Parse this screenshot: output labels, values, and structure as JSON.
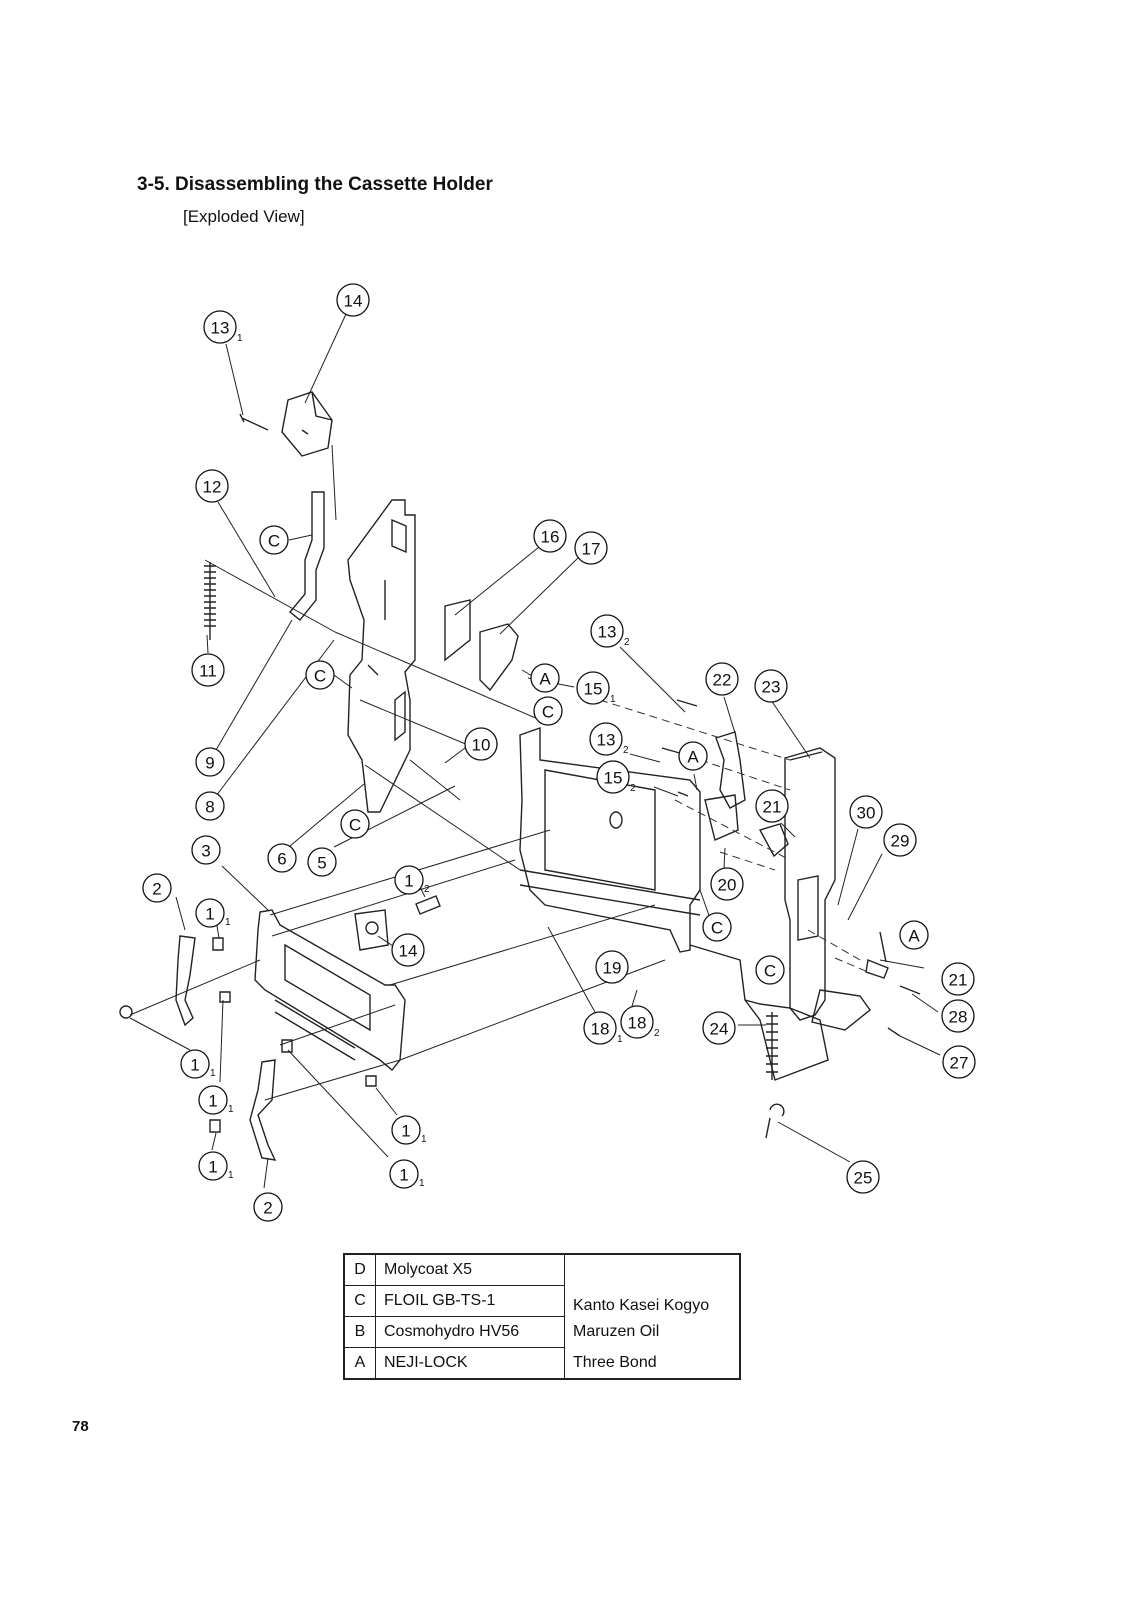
{
  "page": {
    "section_title": "3-5. Disassembling the Cassette Holder",
    "subtitle": "[Exploded View]",
    "page_number": "78"
  },
  "callouts": [
    {
      "num": "13",
      "sub": "1"
    },
    {
      "num": "14",
      "sub": ""
    },
    {
      "num": "12",
      "sub": ""
    },
    {
      "num": "C",
      "sub": ""
    },
    {
      "num": "11",
      "sub": ""
    },
    {
      "num": "C",
      "sub": ""
    },
    {
      "num": "16",
      "sub": ""
    },
    {
      "num": "17",
      "sub": ""
    },
    {
      "num": "A",
      "sub": ""
    },
    {
      "num": "15",
      "sub": "1"
    },
    {
      "num": "13",
      "sub": "2"
    },
    {
      "num": "22",
      "sub": ""
    },
    {
      "num": "23",
      "sub": ""
    },
    {
      "num": "C",
      "sub": ""
    },
    {
      "num": "10",
      "sub": ""
    },
    {
      "num": "13",
      "sub": "2"
    },
    {
      "num": "A",
      "sub": ""
    },
    {
      "num": "9",
      "sub": ""
    },
    {
      "num": "15",
      "sub": "2"
    },
    {
      "num": "21",
      "sub": ""
    },
    {
      "num": "30",
      "sub": ""
    },
    {
      "num": "8",
      "sub": ""
    },
    {
      "num": "C",
      "sub": ""
    },
    {
      "num": "29",
      "sub": ""
    },
    {
      "num": "3",
      "sub": ""
    },
    {
      "num": "6",
      "sub": ""
    },
    {
      "num": "5",
      "sub": ""
    },
    {
      "num": "20",
      "sub": ""
    },
    {
      "num": "2",
      "sub": ""
    },
    {
      "num": "1",
      "sub": "2"
    },
    {
      "num": "1",
      "sub": "1"
    },
    {
      "num": "14",
      "sub": ""
    },
    {
      "num": "C",
      "sub": ""
    },
    {
      "num": "A",
      "sub": ""
    },
    {
      "num": "19",
      "sub": ""
    },
    {
      "num": "C",
      "sub": ""
    },
    {
      "num": "21",
      "sub": ""
    },
    {
      "num": "18",
      "sub": "1"
    },
    {
      "num": "18",
      "sub": "2"
    },
    {
      "num": "24",
      "sub": ""
    },
    {
      "num": "28",
      "sub": ""
    },
    {
      "num": "27",
      "sub": ""
    },
    {
      "num": "1",
      "sub": "1"
    },
    {
      "num": "1",
      "sub": "1"
    },
    {
      "num": "1",
      "sub": "1"
    },
    {
      "num": "1",
      "sub": "1"
    },
    {
      "num": "1",
      "sub": "1"
    },
    {
      "num": "25",
      "sub": ""
    },
    {
      "num": "2",
      "sub": ""
    }
  ],
  "legend": {
    "rows": [
      {
        "code": "D",
        "material": "Molycoat X5",
        "maker": ""
      },
      {
        "code": "C",
        "material": "FLOIL GB-TS-1",
        "maker": "Kanto Kasei Kogyo"
      },
      {
        "code": "B",
        "material": "Cosmohydro HV56",
        "maker": "Maruzen Oil"
      },
      {
        "code": "A",
        "material": "NEJI-LOCK",
        "maker": "Three Bond"
      }
    ]
  }
}
